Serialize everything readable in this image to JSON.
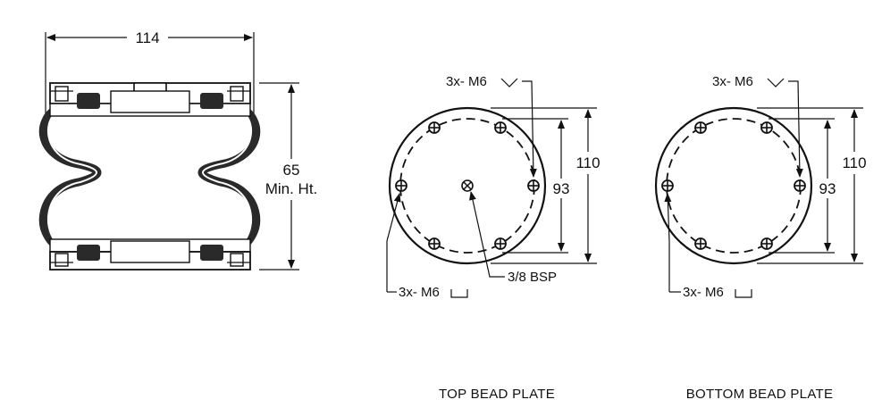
{
  "side_view": {
    "width_dim": "114",
    "height_dim": "65",
    "height_note": "Min. Ht."
  },
  "top_plate": {
    "caption": "TOP BEAD PLATE",
    "bolt_callout_top": "3x- M6",
    "bolt_callout_bottom": "3x- M6",
    "port_callout": "3/8 BSP",
    "dim_outer": "110",
    "dim_bolt_circle": "93"
  },
  "bottom_plate": {
    "caption": "BOTTOM BEAD PLATE",
    "bolt_callout_top": "3x- M6",
    "bolt_callout_bottom": "3x- M6",
    "dim_outer": "110",
    "dim_bolt_circle": "93"
  }
}
